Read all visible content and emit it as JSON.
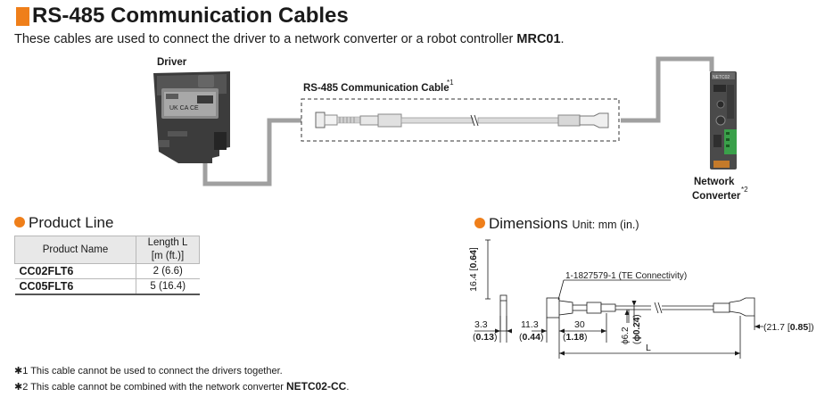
{
  "header": {
    "title": "RS-485 Communication Cables",
    "description_prefix": "These cables are used to connect the driver to a network converter or a robot controller ",
    "description_bold": "MRC01",
    "description_suffix": "."
  },
  "diagram": {
    "driver_label": "Driver",
    "cable_label": "RS-485 Communication Cable",
    "cable_note_mark": "*1",
    "converter_label_line1": "Network",
    "converter_label_line2": "Converter",
    "converter_note_mark": "*2",
    "driver_module_text": "UK CA CE",
    "converter_module_text": "NETC02"
  },
  "product_line": {
    "heading": "Product Line",
    "columns": [
      "Product Name",
      "Length L",
      "[m (ft.)]"
    ],
    "rows": [
      {
        "name": "CC02FLT6",
        "length": "2 (6.6)"
      },
      {
        "name": "CC05FLT6",
        "length": "5 (16.4)"
      }
    ]
  },
  "dimensions": {
    "heading": "Dimensions",
    "unit": "Unit: mm (in.)",
    "connector_part": "1-1827579-1 (TE Connectivity)",
    "height_mm": "16.4",
    "height_in": "0.64",
    "d1_mm": "3.3",
    "d1_in": "0.13",
    "d2_mm": "11.3",
    "d2_in": "0.44",
    "d3_mm": "30",
    "d3_in": "1.18",
    "dia_mm": "ϕ6.2",
    "dia_in": "ϕ0.24",
    "d4_mm": "21.7",
    "d4_in": "0.85",
    "length_label": "L"
  },
  "notes": [
    {
      "mark": "✱",
      "num": "1",
      "text": "This cable cannot be used to connect the drivers together.",
      "bold": ""
    },
    {
      "mark": "✱",
      "num": "2",
      "text": "This cable cannot be combined with the network converter ",
      "bold": "NETC02-CC"
    }
  ],
  "colors": {
    "accent": "#ef7f1a",
    "cable_gray": "#a0a0a0"
  }
}
